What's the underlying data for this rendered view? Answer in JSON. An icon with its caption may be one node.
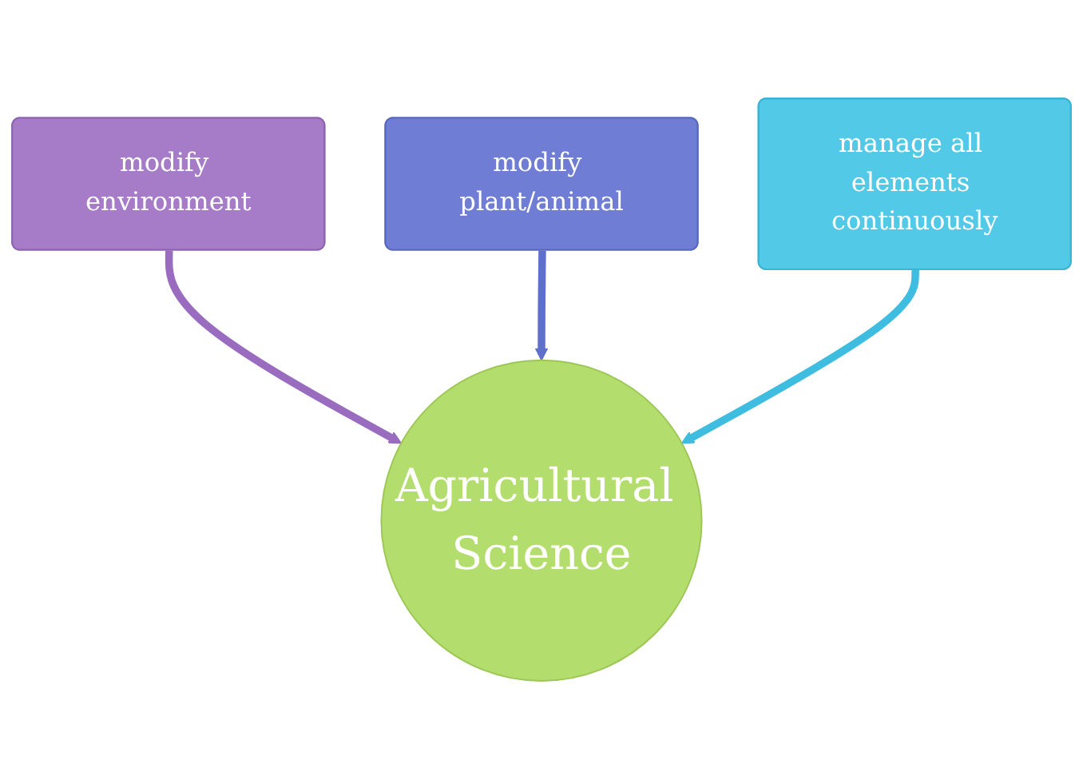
{
  "diagram": {
    "nodes": [
      {
        "text": [
          "Agricultural Science"
        ]
      },
      {
        "text": [
          "modify environment"
        ]
      },
      {
        "text": [
          "modify plant/animal"
        ]
      },
      {
        "text": [
          "manage all elements continuously"
        ]
      }
    ],
    "edges": [
      {
        "from": 1,
        "to": 0,
        "arrow": "to",
        "color": "#9a6cc0"
      },
      {
        "from": 2,
        "to": 0,
        "arrow": "to",
        "color": "#5f70cc"
      },
      {
        "from": 3,
        "to": 0,
        "arrow": "to",
        "color": "#3fbde0"
      }
    ]
  }
}
